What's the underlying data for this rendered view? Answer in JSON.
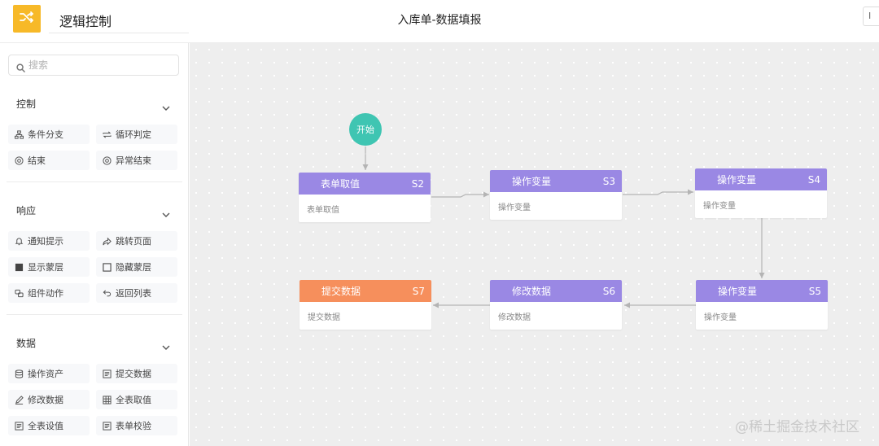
{
  "header": {
    "app_title": "逻辑控制",
    "doc_title": "入库单-数据填报",
    "right_button": "I"
  },
  "sidebar": {
    "search_placeholder": "搜索",
    "sections": [
      {
        "title": "控制",
        "items": [
          "条件分支",
          "循环判定",
          "结束",
          "异常结束"
        ]
      },
      {
        "title": "响应",
        "items": [
          "通知提示",
          "跳转页面",
          "显示蒙层",
          "隐藏蒙层",
          "组件动作",
          "返回列表"
        ]
      },
      {
        "title": "数据",
        "items": [
          "操作资产",
          "提交数据",
          "修改数据",
          "全表取值",
          "全表设值",
          "表单校验"
        ]
      }
    ]
  },
  "flow": {
    "start_label": "开始",
    "nodes": [
      {
        "id": "S2",
        "title": "表单取值",
        "desc": "表单取值",
        "color": "#9a88e4"
      },
      {
        "id": "S3",
        "title": "操作变量",
        "desc": "操作变量",
        "color": "#9a88e4"
      },
      {
        "id": "S4",
        "title": "操作变量",
        "desc": "操作变量",
        "color": "#9a88e4"
      },
      {
        "id": "S5",
        "title": "操作变量",
        "desc": "操作变量",
        "color": "#9a88e4"
      },
      {
        "id": "S6",
        "title": "修改数据",
        "desc": "修改数据",
        "color": "#9a88e4"
      },
      {
        "id": "S7",
        "title": "提交数据",
        "desc": "提交数据",
        "color": "#f68f5c"
      }
    ]
  },
  "watermark": "@稀土掘金技术社区",
  "colors": {
    "logo": "#f7b928",
    "start": "#3fc5b2",
    "node_purple": "#9a88e4",
    "node_orange": "#f68f5c"
  }
}
